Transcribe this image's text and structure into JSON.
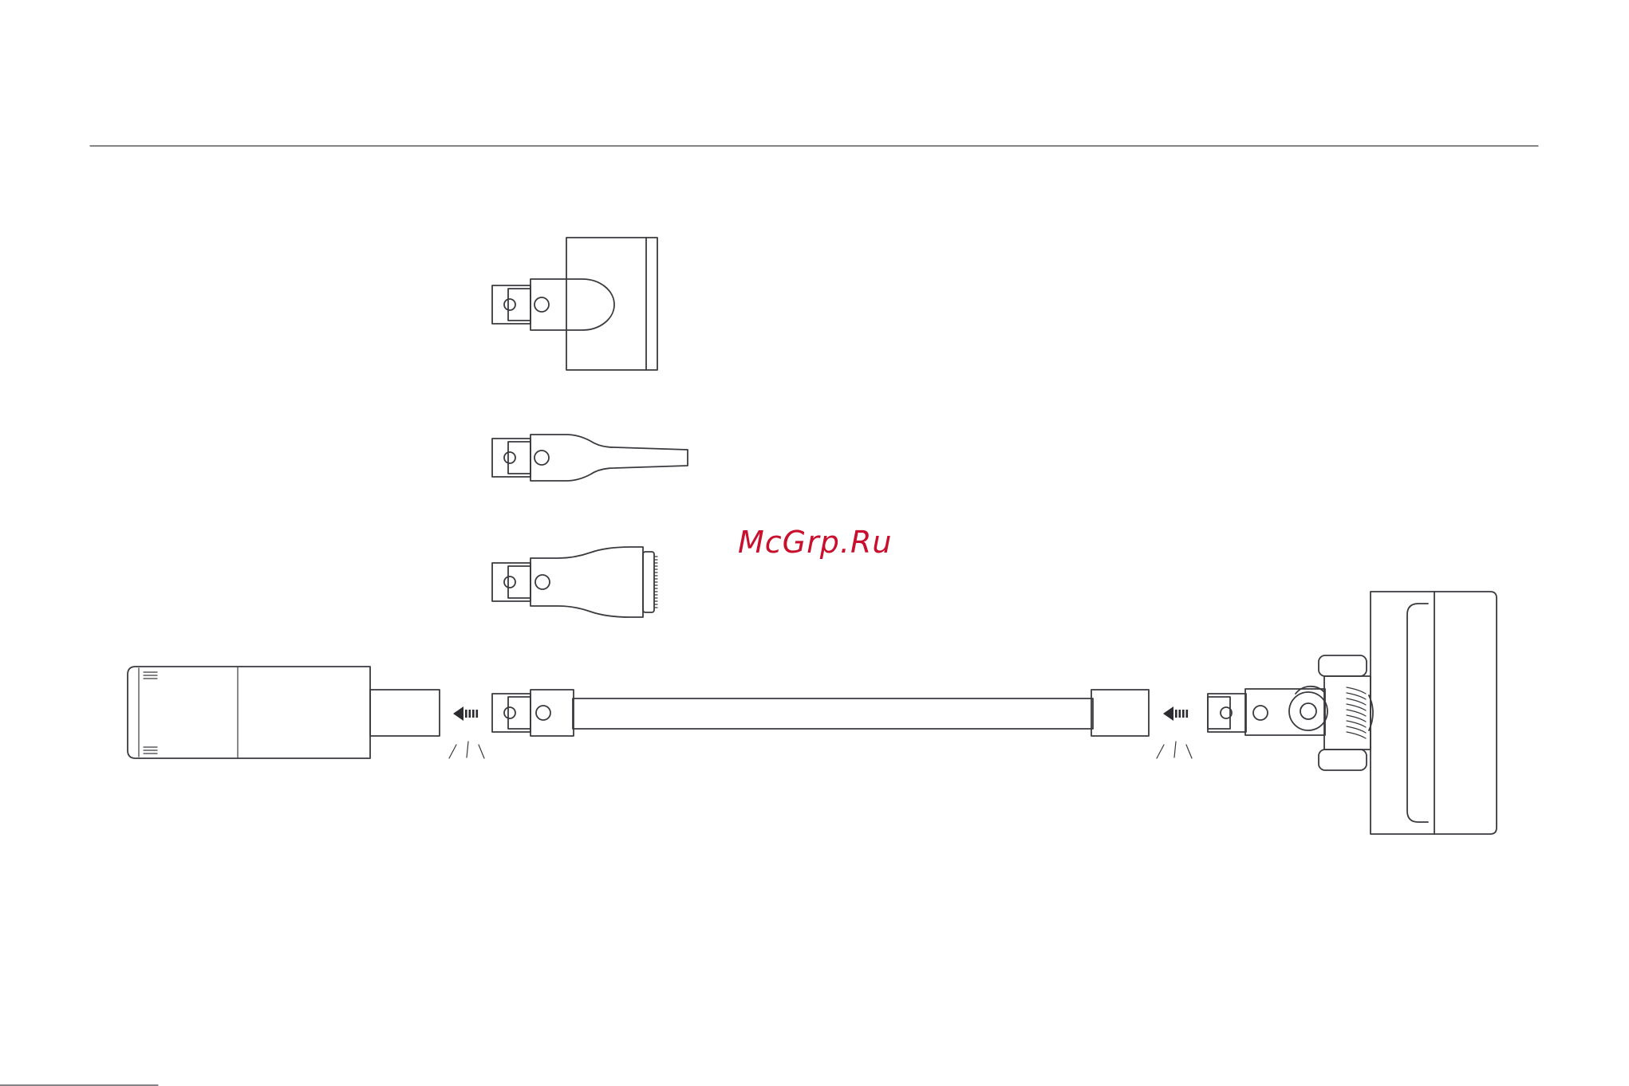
{
  "watermark": {
    "text": "McGrp.Ru",
    "color": "#c8102e"
  },
  "colors": {
    "line": "#3a3a3f",
    "arrow": "#2b2b30",
    "background": "#ffffff"
  },
  "parts": {
    "handheld_unit": "vacuum-handheld-body",
    "extension_tube": "extension-tube",
    "floor_brush": "floor-brush-head",
    "mini_brush": "mini-motorized-brush",
    "crevice_tool": "crevice-nozzle",
    "dusting_brush": "round-dusting-brush"
  },
  "icons": {
    "insert_arrow": "arrow-left-icon",
    "click_marks": "click-sound-icon"
  }
}
